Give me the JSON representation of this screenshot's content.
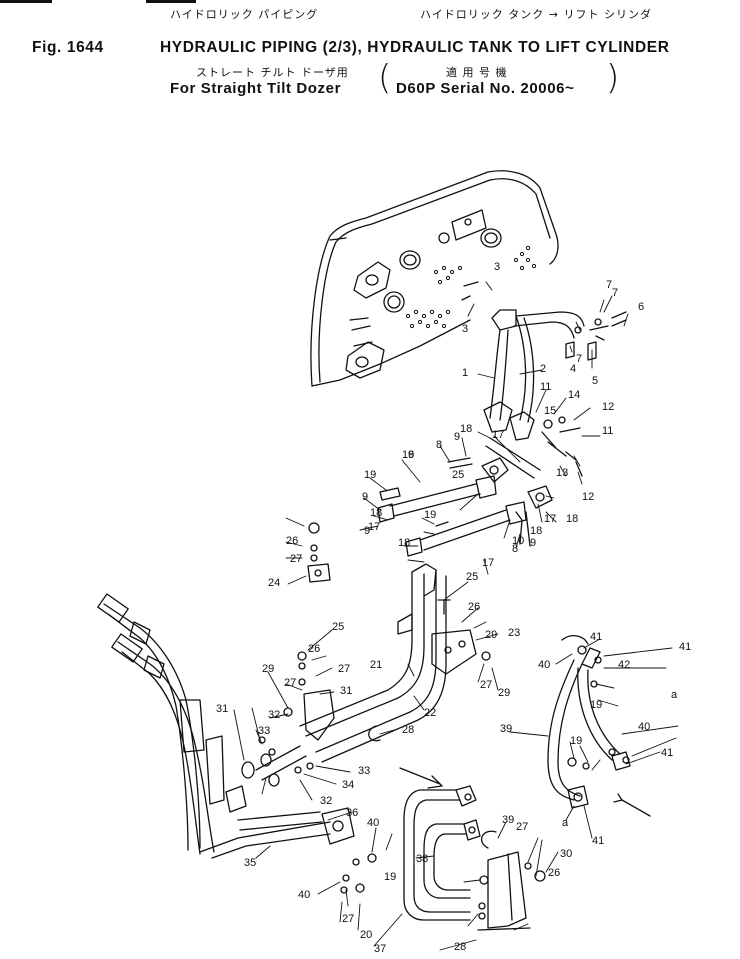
{
  "header": {
    "jp_title_1": "ハイドロリック パイピング",
    "jp_title_2": "ハイドロリック タンク → リフト シリンダ",
    "fig_label": "Fig. 1644",
    "title_en": "HYDRAULIC PIPING (2/3), HYDRAULIC TANK TO LIFT CYLINDER",
    "jp_sub_1": "ストレート チルト ドーザ用",
    "jp_sub_2": "適 用 号 機",
    "sub_en_1": "For Straight Tilt Dozer",
    "sub_en_2": "D60P Serial No. 20006~",
    "paren_open": "(",
    "paren_close": ")"
  },
  "callouts": [
    "1",
    "2",
    "3",
    "3",
    "4",
    "5",
    "6",
    "7",
    "7",
    "7",
    "8",
    "8",
    "9",
    "9",
    "9",
    "9",
    "9",
    "10",
    "11",
    "11",
    "12",
    "12",
    "13",
    "14",
    "15",
    "16",
    "17",
    "17",
    "17",
    "17",
    "18",
    "18",
    "18",
    "18",
    "18",
    "19",
    "19",
    "19",
    "19",
    "19",
    "20",
    "21",
    "22",
    "23",
    "24",
    "25",
    "25",
    "25",
    "26",
    "26",
    "26",
    "26",
    "27",
    "27",
    "27",
    "27",
    "27",
    "27",
    "28",
    "28",
    "29",
    "29",
    "29",
    "30",
    "31",
    "31",
    "32",
    "32",
    "33",
    "33",
    "34",
    "35",
    "36",
    "37",
    "38",
    "39",
    "39",
    "40",
    "40",
    "40",
    "40",
    "41",
    "41",
    "41",
    "41",
    "42",
    "a",
    "a"
  ]
}
